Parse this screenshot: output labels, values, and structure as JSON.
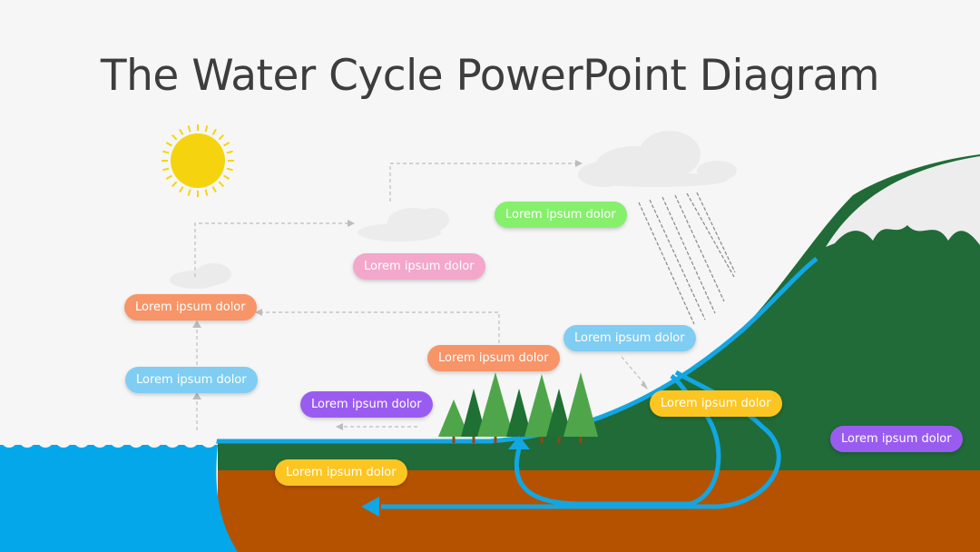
{
  "title": "The Water Cycle PowerPoint Diagram",
  "colors": {
    "background": "#f6f6f6",
    "sea": "#04a7ea",
    "soil": "#b55200",
    "grass": "#206b37",
    "mountain": "#206b37",
    "snow": "#ededed",
    "sun": "#f5d40f",
    "tree_light": "#4fa64a",
    "tree_dark": "#1f7033",
    "arrow_blue": "#12a6e3",
    "dashed": "#bdbdbd"
  },
  "labels": [
    {
      "text": "Lorem ipsum dolor",
      "color": "#86f06c"
    },
    {
      "text": "Lorem ipsum dolor",
      "color": "#f3a7cb"
    },
    {
      "text": "Lorem ipsum dolor",
      "color": "#f79468"
    },
    {
      "text": "Lorem ipsum dolor",
      "color": "#7fcdf2"
    },
    {
      "text": "Lorem ipsum dolor",
      "color": "#9a5cf0"
    },
    {
      "text": "Lorem ipsum dolor",
      "color": "#f79468"
    },
    {
      "text": "Lorem ipsum dolor",
      "color": "#7fcdf2"
    },
    {
      "text": "Lorem ipsum dolor",
      "color": "#fcc522"
    },
    {
      "text": "Lorem ipsum dolor",
      "color": "#fcc522"
    },
    {
      "text": "Lorem ipsum dolor",
      "color": "#9a5cf0"
    }
  ],
  "icons": [
    "sun-icon",
    "cloud-icon",
    "rain-icon",
    "tree-icon",
    "wave-icon",
    "mountain-icon"
  ]
}
